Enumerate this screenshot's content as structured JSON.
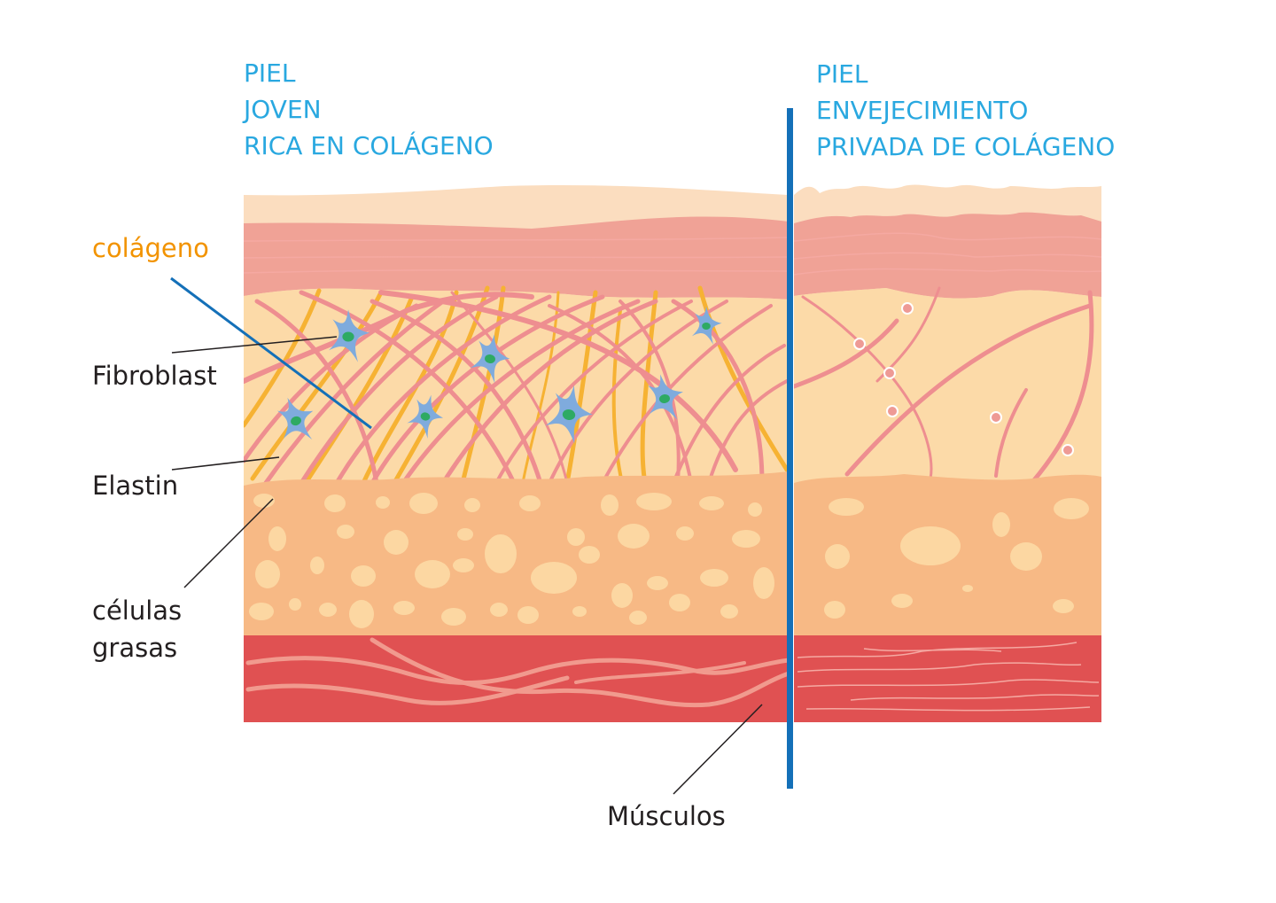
{
  "left_panel": {
    "title_lines": [
      "PIEL",
      "JOVEN",
      "RICA EN COLÁGENO"
    ]
  },
  "right_panel": {
    "title_lines": [
      "PIEL",
      "ENVEJECIMIENTO",
      "PRIVADA DE COLÁGENO"
    ]
  },
  "labels": {
    "collagen": "colágeno",
    "fibroblast": "Fibroblast",
    "elastin": "Elastin",
    "fat_cells_line1": "células",
    "fat_cells_line2": "grasas",
    "muscles": "Músculos"
  },
  "colors": {
    "title_blue": "#29A8E0",
    "collagen_orange": "#F29300",
    "divider_blue": "#1470B8",
    "epidermis": "#FBDDBF",
    "dermis_top": "#F0A296",
    "dermis": "#FCDAA8",
    "fat": "#F7B985",
    "muscle": "#E05152",
    "fibroblast": "#7FABDD",
    "nucleus": "#2EAA63",
    "elastin": "#F6B233",
    "collagen_fiber": "#EE8E90"
  }
}
